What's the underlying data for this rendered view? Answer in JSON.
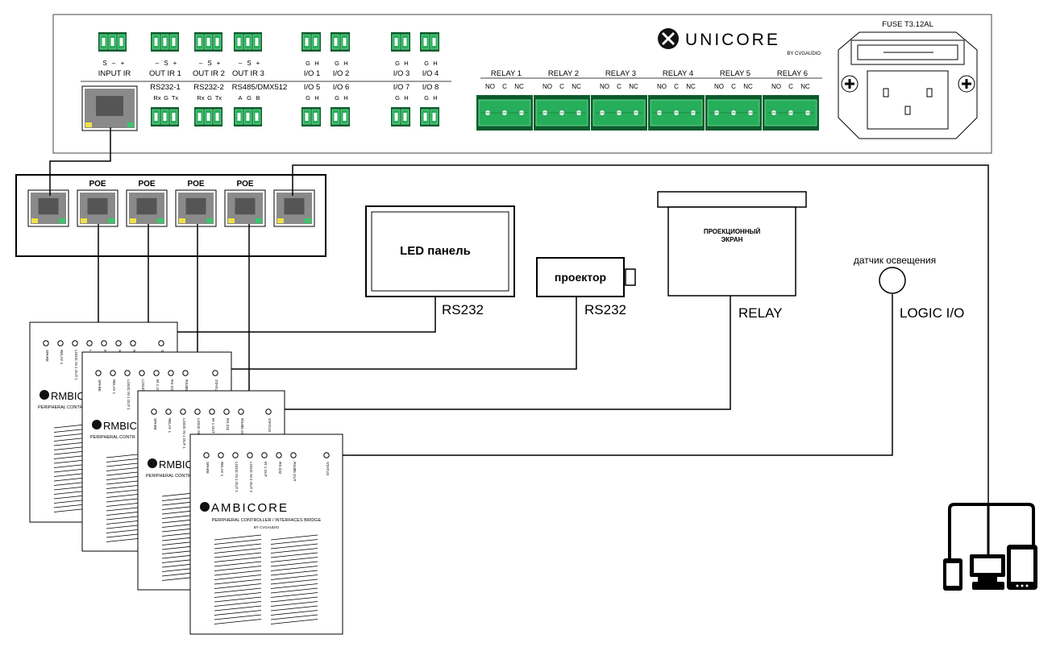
{
  "controller": {
    "brand": "UNICORE",
    "brand_sub": "BY CVGAUDIO",
    "fuse_label": "FUSE T3.12AL",
    "input_ir": {
      "label": "INPUT IR",
      "pins": [
        "S",
        "–",
        "+"
      ]
    },
    "out_ir": [
      {
        "label": "OUT IR 1",
        "pins": [
          "–",
          "S",
          "+"
        ]
      },
      {
        "label": "OUT IR 2",
        "pins": [
          "–",
          "S",
          "+"
        ]
      },
      {
        "label": "OUT IR 3",
        "pins": [
          "–",
          "S",
          "+"
        ]
      }
    ],
    "serial": [
      {
        "label": "RS232-1",
        "pins": [
          "Rx",
          "G",
          "Tx"
        ]
      },
      {
        "label": "RS232-2",
        "pins": [
          "Rx",
          "G",
          "Tx"
        ]
      },
      {
        "label": "RS485/DMX512",
        "pins": [
          "A",
          "G",
          "B"
        ]
      }
    ],
    "io_top": [
      {
        "label": "I/O 1",
        "pins": [
          "G",
          "H"
        ]
      },
      {
        "label": "I/O 2",
        "pins": [
          "G",
          "H"
        ]
      },
      {
        "label": "I/O 3",
        "pins": [
          "G",
          "H"
        ]
      },
      {
        "label": "I/O 4",
        "pins": [
          "G",
          "H"
        ]
      }
    ],
    "io_bottom": [
      {
        "label": "I/O 5",
        "pins": [
          "G",
          "H"
        ]
      },
      {
        "label": "I/O 6",
        "pins": [
          "G",
          "H"
        ]
      },
      {
        "label": "I/O 7",
        "pins": [
          "G",
          "H"
        ]
      },
      {
        "label": "I/O 8",
        "pins": [
          "G",
          "H"
        ]
      }
    ],
    "relays": [
      {
        "label": "RELAY 1",
        "pins": [
          "NO",
          "C",
          "NC"
        ]
      },
      {
        "label": "RELAY 2",
        "pins": [
          "NO",
          "C",
          "NC"
        ]
      },
      {
        "label": "RELAY 3",
        "pins": [
          "NO",
          "C",
          "NC"
        ]
      },
      {
        "label": "RELAY 4",
        "pins": [
          "NO",
          "C",
          "NC"
        ]
      },
      {
        "label": "RELAY 5",
        "pins": [
          "NO",
          "C",
          "NC"
        ]
      },
      {
        "label": "RELAY 6",
        "pins": [
          "NO",
          "C",
          "NC"
        ]
      }
    ]
  },
  "switch": {
    "port_labels": [
      "",
      "POE",
      "POE",
      "POE",
      "POE",
      ""
    ]
  },
  "devices": {
    "led_panel": "LED панель",
    "projector": "проектор",
    "screen_line1": "ПРОЕКЦИОННЫЙ",
    "screen_line2": "ЭКРАН",
    "sensor": "датчик освещения"
  },
  "connections": {
    "rs232_a": "RS232",
    "rs232_b": "RS232",
    "relay": "RELAY",
    "logic": "LOGIC I/O"
  },
  "ambicore": {
    "brand": "AMBICORE",
    "subtitle": "PERIPHERAL CONTROLLER / INTERFACES BRIDGE",
    "by": "BY CVGAUDIO",
    "label_fragment": "RMBICORE",
    "sub_fragment": "PERIPHERAL CONTR",
    "led_labels": [
      "SPARE",
      "RELAY 1",
      "LOGIC IN 1 OUT 1",
      "LOGIC IN 2 OUT 2",
      "IR 1 OUT",
      "RS-232",
      "RS485 OUT",
      "STATUS"
    ]
  },
  "colors": {
    "terminal_green": "#27ae5a",
    "terminal_dark": "#0b5c2c",
    "terminal_light": "#7fe3a1",
    "rj45_grey": "#8a8a8a",
    "led_yellow": "#f2e04a",
    "led_green": "#39c86a"
  }
}
